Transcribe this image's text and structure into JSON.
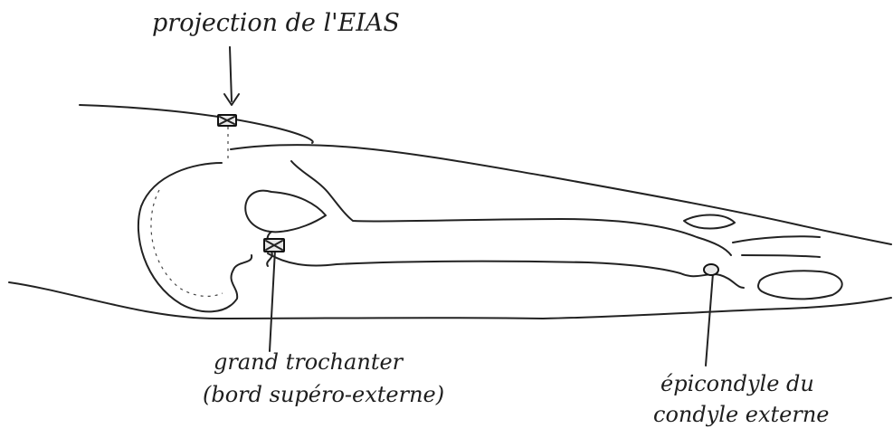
{
  "labels": {
    "eias": "projection de l'EIAS",
    "trochanter_line1": "grand trochanter",
    "trochanter_line2": "(bord supéro-externe)",
    "epicondyle_line1": "épicondyle du",
    "epicondyle_line2": "condyle externe"
  }
}
